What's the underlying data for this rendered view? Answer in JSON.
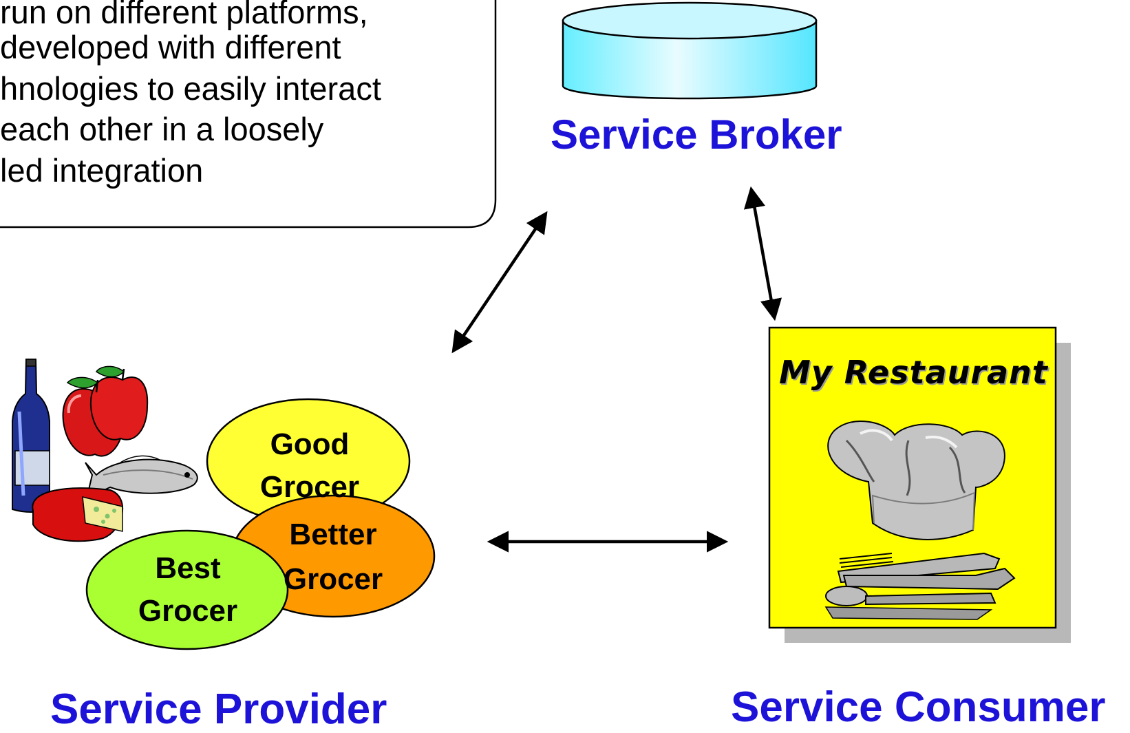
{
  "callout": {
    "lines": [
      "run on different platforms,",
      "developed with different",
      "hnologies to easily interact",
      "each other in a loosely",
      "led integration"
    ]
  },
  "broker": {
    "label": "Service Broker"
  },
  "provider": {
    "label": "Service Provider",
    "grocers": {
      "good": [
        "Good",
        "Grocer"
      ],
      "better": [
        "Better",
        "Grocer"
      ],
      "best": [
        "Best",
        "Grocer"
      ]
    }
  },
  "consumer": {
    "label": "Service Consumer",
    "restaurant": "My Restaurant"
  },
  "colors": {
    "role_label": "#1c12d8",
    "good_grocer": "#ffff33",
    "better_grocer": "#ff9900",
    "best_grocer": "#aaff33",
    "restaurant_bg": "#ffff00",
    "broker_cylinder": "#66eeff"
  },
  "icons": [
    "database-cylinder-icon",
    "groceries-icon",
    "chef-hat-icon",
    "cutlery-icon"
  ]
}
